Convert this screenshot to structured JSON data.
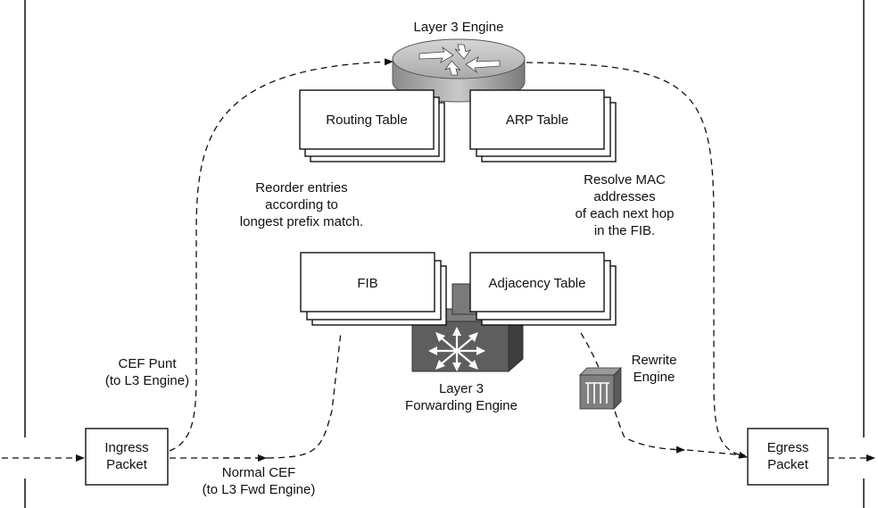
{
  "engines": {
    "layer3": "Layer 3 Engine",
    "forwarding_line1": "Layer 3",
    "forwarding_line2": "Forwarding Engine",
    "rewrite_line1": "Rewrite",
    "rewrite_line2": "Engine"
  },
  "tables": {
    "routing": "Routing Table",
    "arp": "ARP Table",
    "fib": "FIB",
    "adjacency": "Adjacency Table"
  },
  "notes": {
    "reorder_line1": "Reorder entries",
    "reorder_line2": "according to",
    "reorder_line3": "longest prefix match.",
    "resolve_line1": "Resolve MAC",
    "resolve_line2": "addresses",
    "resolve_line3": "of each next hop",
    "resolve_line4": "in the FIB."
  },
  "packets": {
    "ingress_line1": "Ingress",
    "ingress_line2": "Packet",
    "egress_line1": "Egress",
    "egress_line2": "Packet"
  },
  "paths": {
    "punt_line1": "CEF Punt",
    "punt_line2": "(to L3 Engine)",
    "normal_line1": "Normal CEF",
    "normal_line2": "(to L3 Fwd Engine)"
  },
  "icons": {
    "router": "router-icon",
    "switch": "multilayer-switch-icon",
    "rewrite": "rewrite-engine-icon"
  }
}
